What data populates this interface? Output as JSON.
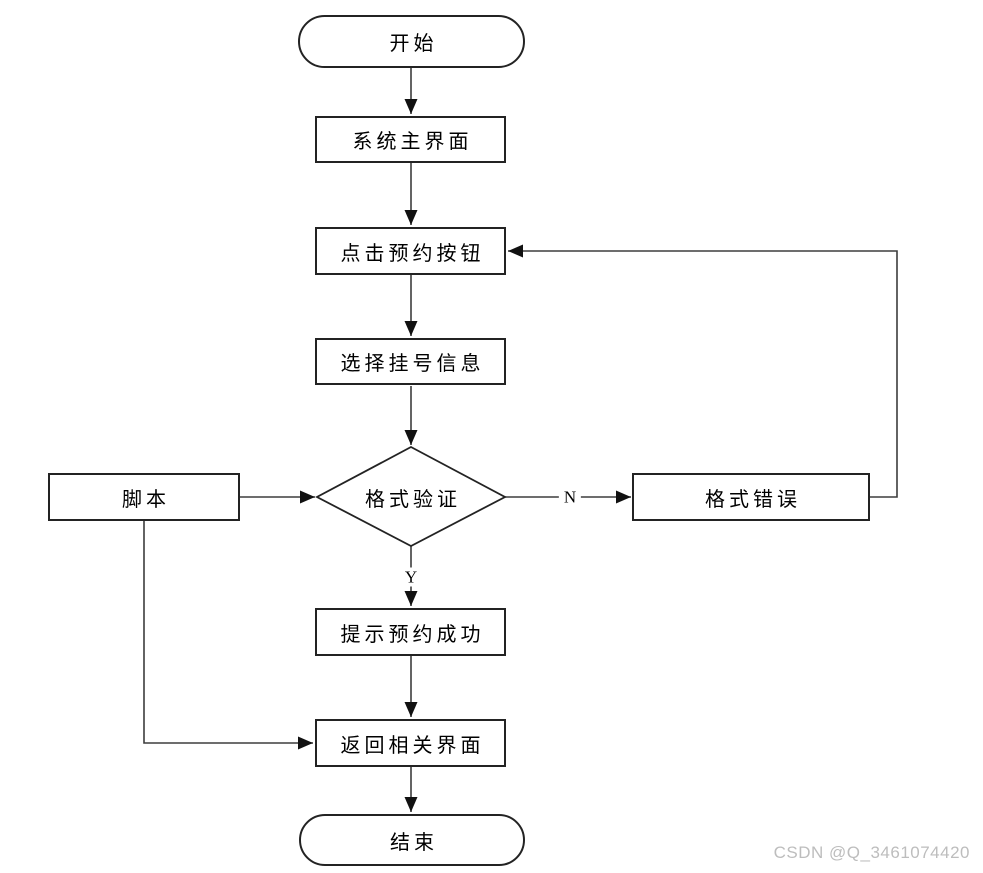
{
  "nodes": {
    "start": "开始",
    "main_interface": "系统主界面",
    "click_reserve": "点击预约按钮",
    "select_registration": "选择挂号信息",
    "format_check": "格式验证",
    "script": "脚本",
    "format_error": "格式错误",
    "reserve_success": "提示预约成功",
    "return_interface": "返回相关界面",
    "end": "结束"
  },
  "edge_labels": {
    "no": "N",
    "yes": "Y"
  },
  "watermark": "CSDN @Q_3461074420",
  "colors": {
    "background": "#ffffff",
    "shape_border": "#232323",
    "line": "#3d3d3d",
    "arrowhead": "#111111",
    "text": "#000000",
    "watermark": "#bdbdbd"
  }
}
